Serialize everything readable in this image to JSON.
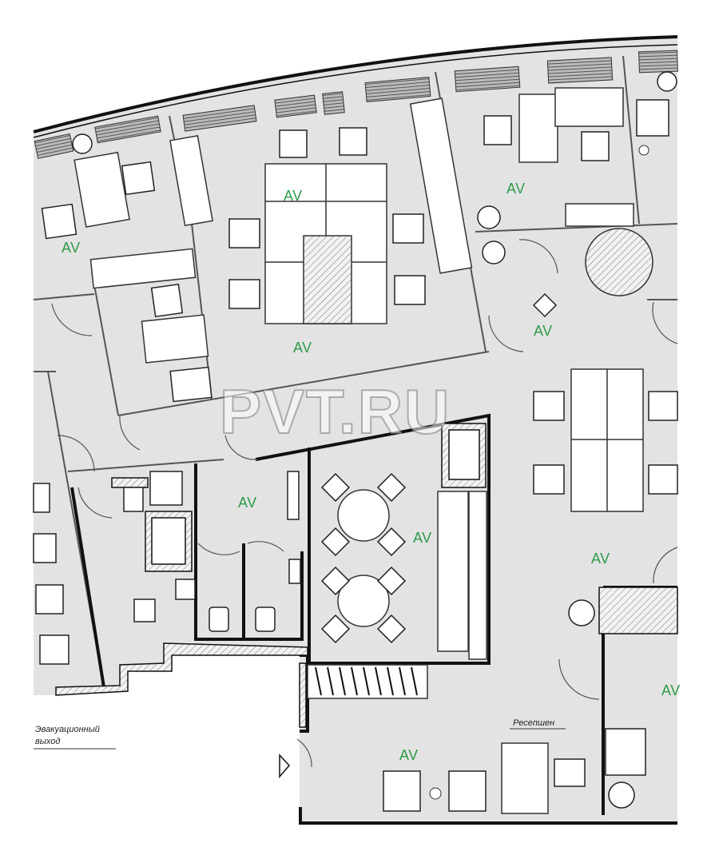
{
  "labels": {
    "av": "AV",
    "reception": "Ресепшен",
    "evac_line1": "Эвакуационный",
    "evac_line2": "выход",
    "watermark": "PVT.RU"
  },
  "colors": {
    "floor": "#e3e3e3",
    "wall": "#111111",
    "label_green": "#2e9a4a",
    "furniture": "#ffffff"
  }
}
